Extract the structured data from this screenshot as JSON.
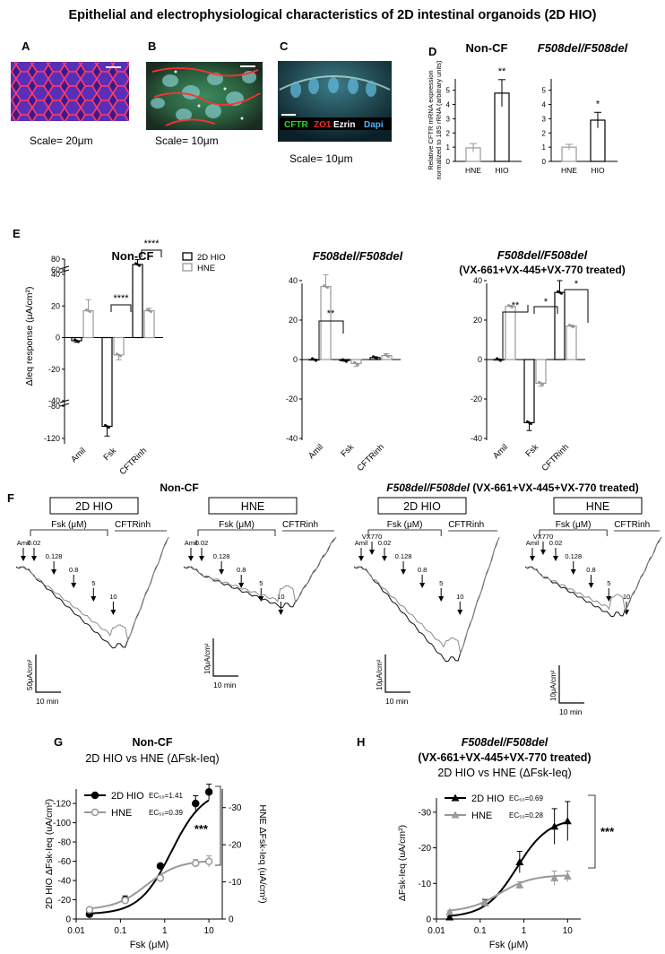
{
  "figure_title": "Epithelial and electrophysiological characteristics of 2D intestinal organoids (2D HIO)",
  "panels": {
    "A": {
      "letter": "A",
      "scale": "Scale= 20μm"
    },
    "B": {
      "letter": "B",
      "scale": "Scale= 10μm"
    },
    "C": {
      "letter": "C",
      "scale": "Scale= 10μm",
      "stain_legend": [
        {
          "label": "CFTR",
          "color": "#22dd22"
        },
        {
          "label": "ZO1",
          "color": "#ff2a2a"
        },
        {
          "label": "Ezrin",
          "color": "#ffffff"
        },
        {
          "label": "Dapi",
          "color": "#4fb6ff"
        }
      ]
    },
    "D": {
      "letter": "D"
    },
    "E": {
      "letter": "E"
    },
    "F": {
      "letter": "F",
      "title_noncf": "Non-CF",
      "title_treated_genotype": "F508del/F508del",
      "title_treated_suffix": "(VX-661+VX-445+VX-770 treated)",
      "traces": [
        {
          "box": "2D HIO",
          "fsk": "Fsk (μM)",
          "inh": "CFTRinh",
          "amil": "Amil",
          "vx": "",
          "doses": [
            "0.02",
            "0.128",
            "0.8",
            "5",
            "10"
          ],
          "scale_y": "50μA/cm²",
          "scale_x": "10 min"
        },
        {
          "box": "HNE",
          "fsk": "Fsk (μM)",
          "inh": "CFTRinh",
          "amil": "Amil",
          "vx": "",
          "doses": [
            "0.02",
            "0.128",
            "0.8",
            "5",
            "10"
          ],
          "scale_y": "10μA/cm²",
          "scale_x": "10 min"
        },
        {
          "box": "2D HIO",
          "fsk": "Fsk (μM)",
          "inh": "CFTRinh",
          "amil": "Amil",
          "vx": "VX770",
          "doses": [
            "0.02",
            "0.128",
            "0.8",
            "5",
            "10"
          ],
          "scale_y": "10μA/cm²",
          "scale_x": "10 min"
        },
        {
          "box": "HNE",
          "fsk": "Fsk (μM)",
          "inh": "CFTRinh",
          "amil": "Amil",
          "vx": "VX770",
          "doses": [
            "0.02",
            "0.128",
            "0.8",
            "5",
            "10"
          ],
          "scale_y": "10μA/cm²",
          "scale_x": "10 min"
        }
      ]
    },
    "G": {
      "letter": "G"
    },
    "H": {
      "letter": "H"
    }
  },
  "chart_data": [
    {
      "id": "D1",
      "type": "bar",
      "title": "Non-CF",
      "title_italic": false,
      "categories": [
        "HNE",
        "HIO"
      ],
      "values": [
        0.95,
        4.8
      ],
      "errors": [
        0.3,
        0.95
      ],
      "ylabel": "Relative CFTR mRNA expression normalized to 18S rRNA (arbitrary units)",
      "ylim": [
        0,
        5.8
      ],
      "yticks": [
        "0",
        "1",
        "2",
        "3",
        "4",
        "5"
      ],
      "significance": "**",
      "colors": [
        "#999999",
        "#000000"
      ]
    },
    {
      "id": "D2",
      "type": "bar",
      "title": "F508del/F508del",
      "title_italic": true,
      "categories": [
        "HNE",
        "HIO"
      ],
      "values": [
        1.0,
        2.9
      ],
      "errors": [
        0.2,
        0.55
      ],
      "ylim": [
        0,
        5.8
      ],
      "yticks": [
        "0",
        "1",
        "2",
        "3",
        "4",
        "5"
      ],
      "significance": "*",
      "colors": [
        "#999999",
        "#000000"
      ]
    },
    {
      "id": "E1",
      "type": "bar",
      "title": "Non-CF",
      "ylabel": "ΔIeq response (μA/cm²)",
      "categories": [
        "Amil",
        "Fsk",
        "CFTRinh"
      ],
      "series": [
        {
          "name": "2D HIO",
          "color": "#000000",
          "values": [
            -2,
            -105,
            70
          ],
          "errors": [
            1,
            12,
            9
          ]
        },
        {
          "name": "HNE",
          "color": "#999999",
          "values": [
            17,
            -11,
            17
          ],
          "errors": [
            7,
            3,
            1.5
          ]
        }
      ],
      "yticks": [
        "80",
        "60",
        "40",
        "20",
        "0",
        "-20",
        "-40",
        "-80",
        "-120"
      ],
      "significance": [
        "****",
        "****"
      ]
    },
    {
      "id": "E2",
      "type": "bar",
      "title": "F508del/F508del",
      "categories": [
        "Amil",
        "Fsk",
        "CFTRinh"
      ],
      "series": [
        {
          "name": "2D HIO",
          "color": "#000000",
          "values": [
            0,
            -0.5,
            1
          ],
          "errors": [
            0.2,
            0.3,
            0.4
          ]
        },
        {
          "name": "HNE",
          "color": "#999999",
          "values": [
            37,
            -2,
            2
          ],
          "errors": [
            6,
            1.5,
            1
          ]
        }
      ],
      "ylim": [
        -42,
        45
      ],
      "yticks": [
        "40",
        "20",
        "0",
        "-20",
        "-40"
      ],
      "significance": [
        "**"
      ]
    },
    {
      "id": "E3",
      "type": "bar",
      "title": "F508del/F508del",
      "subtitle": "(VX-661+VX-445+VX-770 treated)",
      "categories": [
        "Amil",
        "Fsk",
        "CFTRinh"
      ],
      "series": [
        {
          "name": "2D HIO",
          "color": "#000000",
          "values": [
            0,
            -32,
            34
          ],
          "errors": [
            0.3,
            4,
            6
          ]
        },
        {
          "name": "HNE",
          "color": "#999999",
          "values": [
            27,
            -12,
            17
          ],
          "errors": [
            0.5,
            1.5,
            0.5
          ]
        }
      ],
      "ylim": [
        -42,
        45
      ],
      "yticks": [
        "40",
        "20",
        "0",
        "-20",
        "-40"
      ],
      "significance": [
        "**",
        "*",
        "*"
      ]
    },
    {
      "id": "G",
      "type": "line",
      "title": "Non-CF",
      "subtitle": "2D HIO  vs HNE (ΔFsk-Ieq)",
      "xlabel": "Fsk (μM)",
      "xscale": "log",
      "x": [
        0.02,
        0.128,
        0.8,
        5,
        10
      ],
      "xticks": [
        "0.01",
        "0.1",
        "1",
        "10"
      ],
      "ylabel_left": "2D HIO ΔFsk-Ieq (uA/cm²)",
      "ylabel_right": "HNE ΔFsk-Ieq (uA/cm²)",
      "yticks_left": [
        "0",
        "-20",
        "-40",
        "-60",
        "-80",
        "-100",
        "-120"
      ],
      "yticks_right": [
        "0",
        "-10",
        "-20",
        "-30"
      ],
      "series": [
        {
          "name": "2D HIO",
          "ec50": "EC₅₀=1.41",
          "color": "#000000",
          "marker": "circle",
          "axis": "left",
          "values": [
            -5,
            -20,
            -55,
            -120,
            -132
          ],
          "errors": [
            1,
            4,
            2,
            8,
            8
          ]
        },
        {
          "name": "HNE",
          "ec50": "EC₅₀=0.39",
          "color": "#999999",
          "marker": "circle",
          "axis": "right",
          "values": [
            -2.5,
            -5,
            -11,
            -15,
            -15.5
          ],
          "errors": [
            0.3,
            0.4,
            0.5,
            1,
            1.5
          ]
        }
      ],
      "significance": "***"
    },
    {
      "id": "H",
      "type": "line",
      "title": "F508del/F508del",
      "subtitle": "(VX-661+VX-445+VX-770 treated)",
      "subtitle2": "2D HIO  vs HNE (ΔFsk-Ieq)",
      "xlabel": "Fsk (μM)",
      "xscale": "log",
      "x": [
        0.02,
        0.128,
        0.8,
        5,
        10
      ],
      "xticks": [
        "0.01",
        "0.1",
        "1",
        "10"
      ],
      "ylabel": "ΔFsk-Ieq (uA/cm²)",
      "yticks": [
        "0",
        "-10",
        "-20",
        "-30"
      ],
      "series": [
        {
          "name": "2D HIO",
          "ec50": "EC₅₀=0.69",
          "color": "#000000",
          "marker": "triangle",
          "values": [
            -0.5,
            -4.5,
            -16,
            -26,
            -27.5
          ],
          "errors": [
            0.3,
            1,
            3,
            5,
            5.5
          ]
        },
        {
          "name": "HNE",
          "ec50": "EC₅₀=0.28",
          "color": "#999999",
          "marker": "triangle",
          "values": [
            -2,
            -4.5,
            -9.5,
            -11.5,
            -12
          ],
          "errors": [
            0.3,
            0.5,
            1,
            2,
            1.5
          ]
        }
      ],
      "significance": "***"
    }
  ]
}
